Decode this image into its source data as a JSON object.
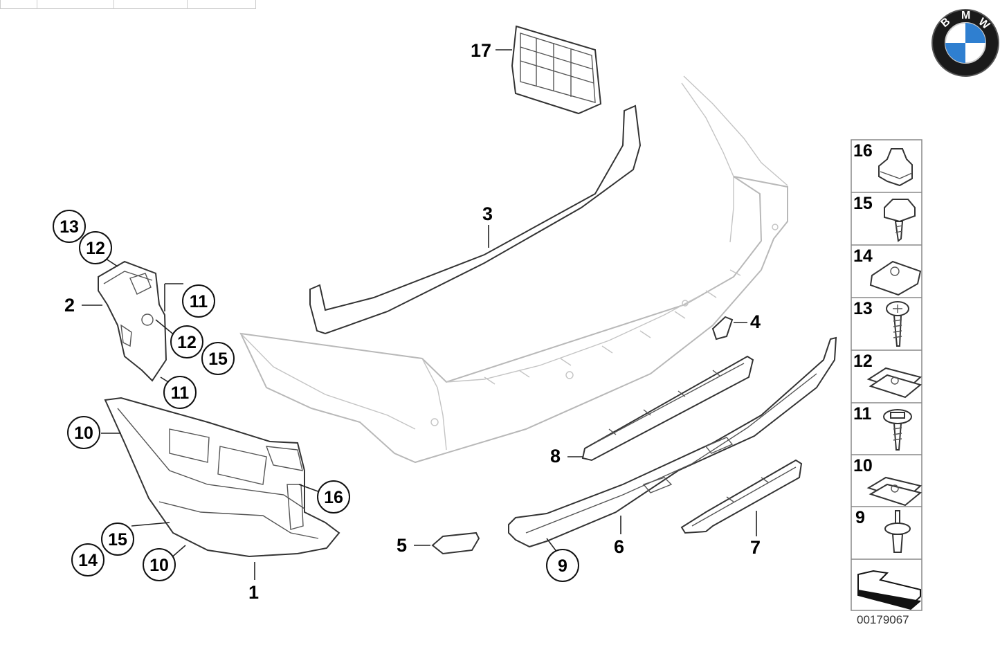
{
  "diagram": {
    "callouts": {
      "c1": "1",
      "c2": "2",
      "c3": "3",
      "c4": "4",
      "c5": "5",
      "c6": "6",
      "c7": "7",
      "c8": "8",
      "c9": "9",
      "c10a": "10",
      "c10b": "10",
      "c11a": "11",
      "c11b": "11",
      "c12a": "12",
      "c12b": "12",
      "c13": "13",
      "c14": "14",
      "c15a": "15",
      "c15b": "15",
      "c16": "16",
      "c17": "17"
    },
    "sidebar": {
      "items": [
        "16",
        "15",
        "14",
        "13",
        "12",
        "11",
        "10",
        "9"
      ]
    },
    "reference_number": "00179067",
    "logo": {
      "letters": [
        "B",
        "M",
        "W"
      ],
      "colors": {
        "blue": "#2f7fd0",
        "white": "#ffffff",
        "ring": "#111111"
      }
    }
  }
}
